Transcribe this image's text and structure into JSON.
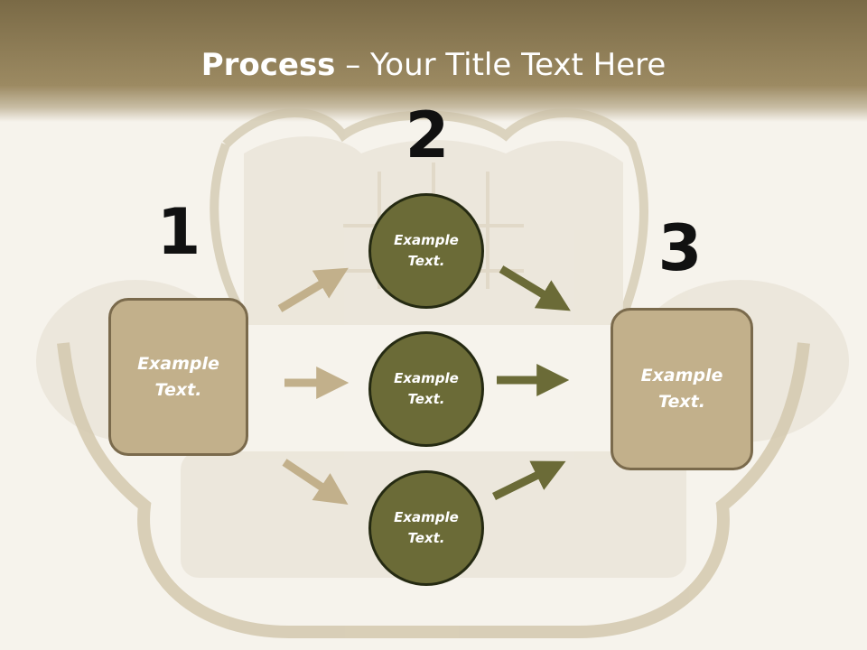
{
  "title": {
    "bold": "Process",
    "rest": " – Your Title Text Here"
  },
  "steps": [
    {
      "number": "1",
      "label_line1": "Example",
      "label_line2": "Text."
    },
    {
      "number": "2",
      "items": [
        {
          "label_line1": "Example",
          "label_line2": "Text."
        },
        {
          "label_line1": "Example",
          "label_line2": "Text."
        },
        {
          "label_line1": "Example",
          "label_line2": "Text."
        }
      ]
    },
    {
      "number": "3",
      "label_line1": "Example",
      "label_line2": "Text."
    }
  ],
  "colors": {
    "box_fill": "#c2b08b",
    "box_border": "#7a6a4c",
    "circle_fill": "#6b6b37",
    "arrow_left": "#c2b08b",
    "arrow_right": "#6b6b37"
  }
}
